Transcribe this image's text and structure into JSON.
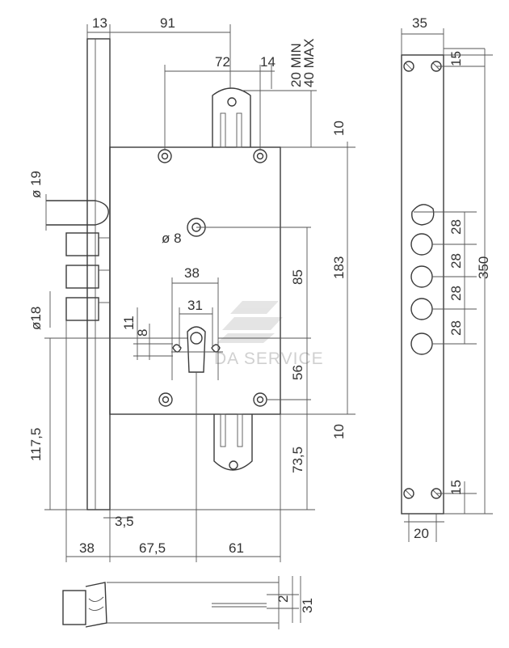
{
  "dimensions": {
    "d13": "13",
    "d91": "91",
    "d72": "72",
    "d14": "14",
    "d20min": "20 MIN",
    "d40max": "40 MAX",
    "d10_top": "10",
    "d_diam19": "ø 19",
    "d_diam8": "ø 8",
    "d_diam18": "ø18",
    "d38_top": "38",
    "d31_mid": "31",
    "d11": "11",
    "d8": "8",
    "d85": "85",
    "d183": "183",
    "d56": "56",
    "d10_bottom": "10",
    "d73_5": "73,5",
    "d117_5": "117,5",
    "d3_5": "3,5",
    "d38_bottom": "38",
    "d67_5": "67,5",
    "d61": "61",
    "d2": "2",
    "d31_side": "31",
    "d35": "35",
    "d15_top": "15",
    "d28_a": "28",
    "d28_b": "28",
    "d28_c": "28",
    "d28_d": "28",
    "d350": "350",
    "d15_bottom": "15",
    "d20_bottom": "20"
  },
  "watermark": {
    "text": "DA SERVICE"
  }
}
